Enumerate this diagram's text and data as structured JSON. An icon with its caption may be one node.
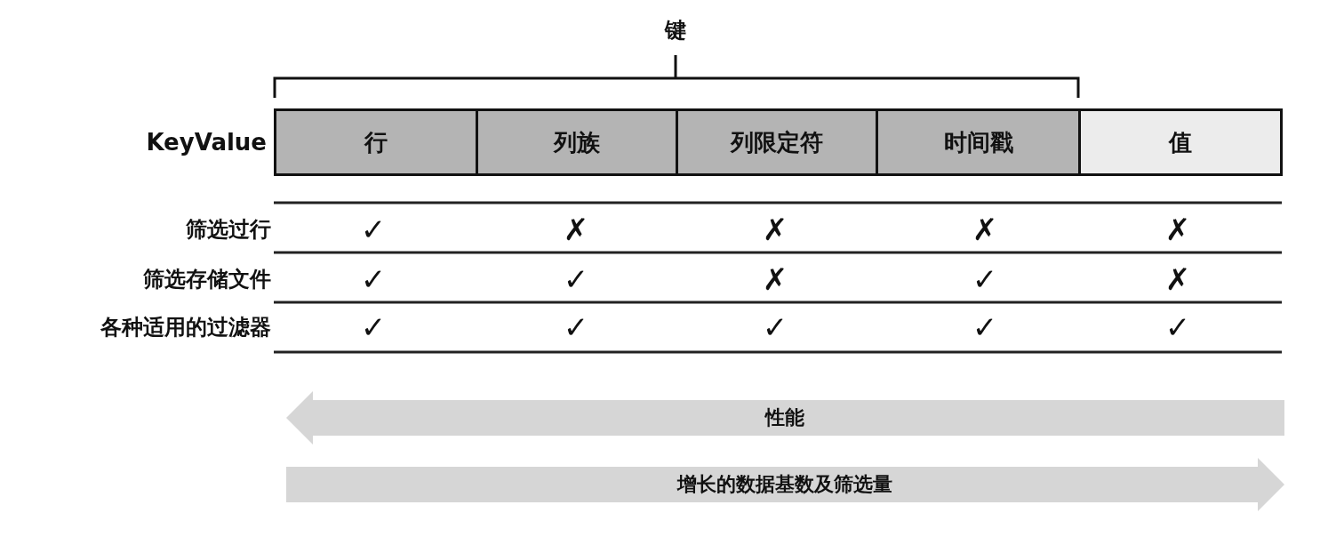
{
  "diagram": {
    "nodes": [
      {
        "text": [
          "行"
        ]
      },
      {
        "text": [
          "列族"
        ]
      },
      {
        "text": [
          "列限定符"
        ]
      },
      {
        "text": [
          "时间戳"
        ]
      },
      {
        "text": [
          "值"
        ]
      },
      {
        "text": [
          "性能"
        ]
      },
      {
        "text": [
          "增长的数据基数及筛选量"
        ]
      }
    ],
    "edges": [],
    "labels": [
      "键",
      "KeyValue",
      "筛选过行",
      "✓",
      "✗",
      "✗",
      "✗",
      "✗",
      "筛选存储文件",
      "✓",
      "✓",
      "✗",
      "✓",
      "✗",
      "各种适用的过滤器",
      "✓",
      "✓",
      "✓",
      "✓",
      "✓"
    ]
  }
}
